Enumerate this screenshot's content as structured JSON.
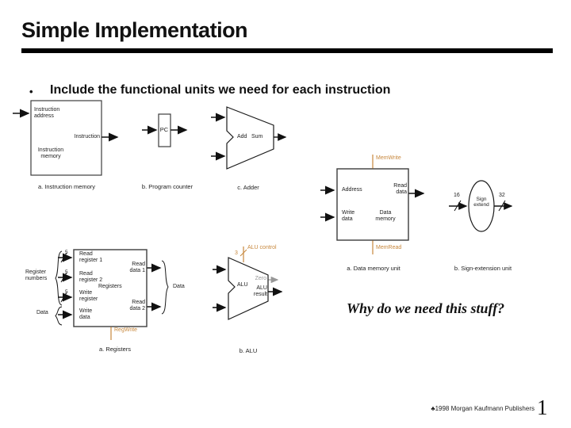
{
  "slide": {
    "title": "Simple Implementation",
    "bullet_marker": "•",
    "bullet": "Include the functional units we need for each instruction",
    "question": "Why do we need this stuff?",
    "footer_symbol": "♣",
    "footer_text": "1998 Morgan Kaufmann Publishers",
    "page_number": "1"
  },
  "colors": {
    "control_signal": "#c7873c",
    "zero_signal": "#979797",
    "box_border": "#3c3c3c"
  },
  "instruction_memory": {
    "caption": "a. Instruction memory",
    "input_label": "Instruction\naddress",
    "output_label": "Instruction",
    "unit_label": "Instruction\nmemory"
  },
  "program_counter": {
    "caption": "b. Program counter",
    "unit_label": "PC"
  },
  "adder": {
    "caption": "c. Adder",
    "op_label": "Add",
    "output_label": "Sum"
  },
  "data_memory": {
    "caption": "a. Data memory unit",
    "control_top": "MemWrite",
    "control_bottom": "MemRead",
    "address_label": "Address",
    "write_data_label": "Write\ndata",
    "read_data_label": "Read\ndata",
    "unit_label": "Data\nmemory"
  },
  "sign_extend": {
    "caption": "b. Sign-extension unit",
    "input_width": "16",
    "output_width": "32",
    "unit_label": "Sign\nextend"
  },
  "registers": {
    "caption": "a. Registers",
    "read_register_1": "Read\nregister 1",
    "read_register_2": "Read\nregister 2",
    "write_register": "Write\nregister",
    "write_data": "Write\ndata",
    "unit_label": "Registers",
    "read_data_1": "Read\ndata 1",
    "read_data_2": "Read\ndata 2",
    "bus_width": "5",
    "group_label": "Register\nnumbers",
    "data_in_label": "Data",
    "data_out_label": "Data",
    "control": "RegWrite"
  },
  "alu": {
    "caption": "b. ALU",
    "unit_label": "ALU",
    "zero_label": "Zero",
    "result_label": "ALU\nresult",
    "control_label": "ALU control",
    "control_width": "3"
  }
}
